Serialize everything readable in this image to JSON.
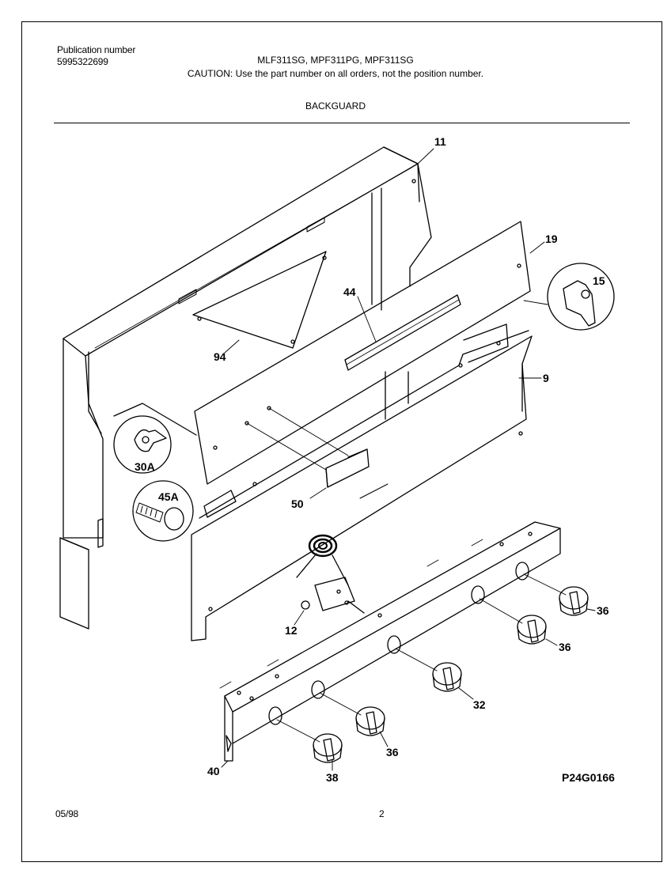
{
  "header": {
    "publication_label": "Publication number",
    "publication_number": "5995322699",
    "models": "MLF311SG, MPF311PG, MPF311SG",
    "caution": "CAUTION:  Use the part number on all orders, not the position number.",
    "section_title": "BACKGUARD"
  },
  "callouts": {
    "p11": "11",
    "p19": "19",
    "p15": "15",
    "p44": "44",
    "p94": "94",
    "p9": "9",
    "p30a": "30A",
    "p45a": "45A",
    "p50": "50",
    "p12": "12",
    "p36a": "36",
    "p36b": "36",
    "p32": "32",
    "p36c": "36",
    "p40": "40",
    "p38": "38"
  },
  "diagram_code": "P24G0166",
  "footer": {
    "date": "05/98",
    "page": "2"
  }
}
